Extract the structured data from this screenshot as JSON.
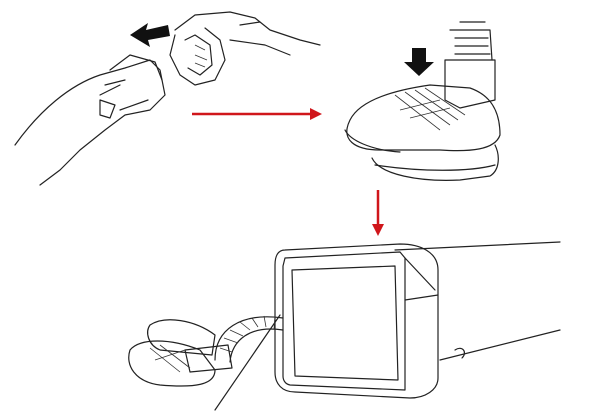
{
  "colors": {
    "background": "#ffffff",
    "line_art": "#222222",
    "step_arrow": "#d0161b",
    "action_arrow": "#111111"
  },
  "steps": [
    {
      "id": "step-1",
      "description_icon": "hands-removing-nozzle-illustration"
    },
    {
      "id": "step-2",
      "description_icon": "nozzle-into-shoe-illustration"
    },
    {
      "id": "step-3",
      "description_icon": "dryer-with-hose-illustration"
    }
  ]
}
